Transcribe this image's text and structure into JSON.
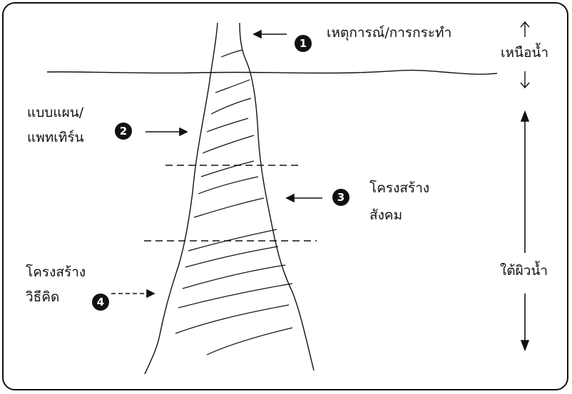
{
  "labels": {
    "event": "เหตุการณ์/การกระทำ",
    "above_water": "เหนือน้ำ",
    "pattern_line1": "แบบแผน/",
    "pattern_line2": "แพทเทิร์น",
    "social_line1": "โครงสร้าง",
    "social_line2": "สังคม",
    "mindset_line1": "โครงสร้าง",
    "mindset_line2": "วิธีคิด",
    "below_water": "ใต้ผิวน้ำ"
  },
  "badges": [
    "1",
    "2",
    "3",
    "4"
  ],
  "colors": {
    "ink": "#111111",
    "background": "#ffffff"
  }
}
